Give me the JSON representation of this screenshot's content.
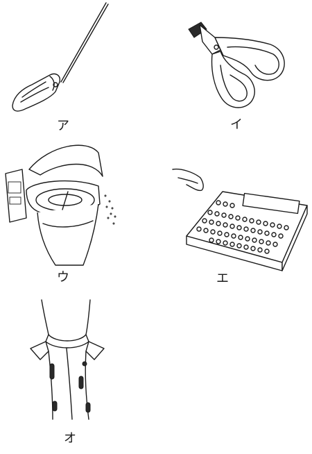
{
  "figures": [
    {
      "label": "ア",
      "icon": "long-handled-shoehorn-icon"
    },
    {
      "label": "イ",
      "icon": "loop-handle-scissors-icon"
    },
    {
      "label": "ウ",
      "icon": "bidet-toilet-seat-icon"
    },
    {
      "label": "エ",
      "icon": "large-key-keyboard-device-icon"
    },
    {
      "label": "オ",
      "icon": "shirt-collar-loop-buttons-icon"
    }
  ]
}
